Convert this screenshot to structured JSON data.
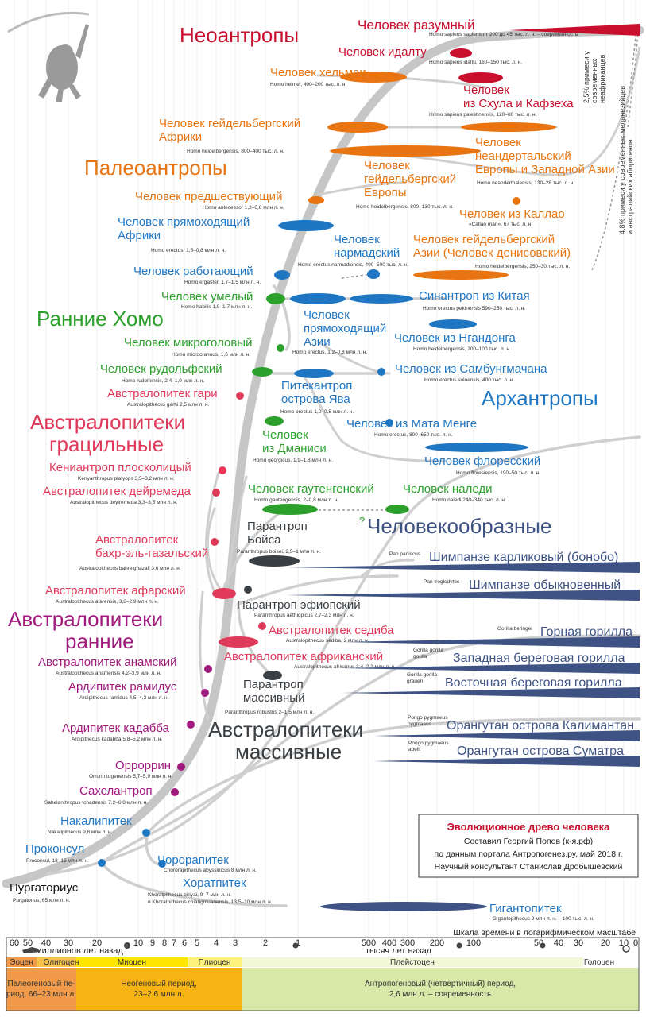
{
  "colors": {
    "neo": "#c8102e",
    "paleo": "#e87511",
    "early": "#2ba02b",
    "arch": "#1f77c4",
    "grac": "#e03a5a",
    "aust_early": "#a0197d",
    "massive": "#3a3f44",
    "apes": "#3e5384",
    "trunk": "#c6c6c6",
    "paleogene": "#f09a4a",
    "neogene": "#f7b313",
    "anthropogene": "#d8e8a9",
    "miocene": "#ffe600"
  },
  "groups": {
    "neo": "Неоантропы",
    "paleo": "Палеоантропы",
    "early": "Ранние Хомо",
    "arch": "Архантропы",
    "grac1": "Австралопитеки",
    "grac2": "грацильные",
    "aearly1": "Австралопитеки",
    "aearly2": "ранние",
    "apes": "Человекообразные",
    "massive1": "Австралопитеки",
    "massive2": "массивные"
  },
  "taxa": [
    {
      "name": [
        "Человек разумный"
      ],
      "latin": "Homo sapiens sapiens от 200 до 45 тыс. л. н. – современность"
    },
    {
      "name": [
        "Человек идалту"
      ],
      "latin": "Homo sapiens idaltu, 160–150 тыс. л. н."
    },
    {
      "name": [
        "Человек хельмеи"
      ],
      "latin": "Homo helmei, 400–200 тыс. л. н."
    },
    {
      "name": [
        "Человек",
        "из Схула и Кафзеха"
      ],
      "latin": "Homo sapiens palestinensis, 120–80 тыс. л. н."
    },
    {
      "name": [
        "Человек гейдельбергский",
        "Африки"
      ],
      "latin": "Homo heidelbergensis, 800–400 тыс. л. н."
    },
    {
      "name": [
        "Человек",
        "неандертальский",
        "Европы и Западной Азии"
      ],
      "latin": "Homo neanderthalensis, 130–28 тыс. л. н."
    },
    {
      "name": [
        "Человек",
        "гейдельбергский",
        "Европы"
      ],
      "latin": "Homo heidelbergensis, 800–130 тыс. л. н."
    },
    {
      "name": [
        "Человек предшествующий"
      ],
      "latin": "Homo antecessor 1,2–0,8 млн л. н."
    },
    {
      "name": [
        "Человек из Каллао"
      ],
      "latin": "«Callao man», 67 тыс. л. н."
    },
    {
      "name": [
        "Человек гейдельбергский",
        "Азии (Человек денисовский)"
      ],
      "latin": "Homo heidelbergensis, 250–30 тыс. л. н."
    },
    {
      "name": [
        "Человек прямоходящий",
        "Африки"
      ],
      "latin": "Homo erectus, 1,5–0,8 млн л. н."
    },
    {
      "name": [
        "Человек",
        "нармадский"
      ],
      "latin": "Homo erectus narmadiensis, 400–500 тыс. л. н."
    },
    {
      "name": [
        "Человек работающий"
      ],
      "latin": "Homo ergaster, 1,7–1,5 млн л. н."
    },
    {
      "name": [
        "Человек умелый"
      ],
      "latin": "Homo habilis 1,9–1,7 млн л. н."
    },
    {
      "name": [
        "Синантроп из Китая"
      ],
      "latin": "Homo erectus pekinensis 590–250 тыс. л. н."
    },
    {
      "name": [
        "Человек",
        "прямоходящий",
        "Азии"
      ],
      "latin": "Homo erectus, 1,2–0,8 млн л. н."
    },
    {
      "name": [
        "Человек из Нгандонга"
      ],
      "latin": "Homo heidelbergensis, 200–100 тыс. л. н."
    },
    {
      "name": [
        "Человек микроголовый"
      ],
      "latin": "Homo microcranous, 1,6 млн л. н."
    },
    {
      "name": [
        "Человек из Самбунгмачана"
      ],
      "latin": "Homo erectus soloensis, 400 тыс. л. н."
    },
    {
      "name": [
        "Человек рудольфский"
      ],
      "latin": "Homo rudolfensis, 2,4–1,9 млн л. н."
    },
    {
      "name": [
        "Питекантроп",
        "острова Ява"
      ],
      "latin": "Homo erectus 1,2–0,8 млн л. н."
    },
    {
      "name": [
        "Австралопитек гари"
      ],
      "latin": "Australopithecus garhi 2,5 млн л. н."
    },
    {
      "name": [
        "Человек из Мата Менге"
      ],
      "latin": "Homo erectus, 800–650 тыс. л. н."
    },
    {
      "name": [
        "Человек",
        "из Дманиси"
      ],
      "latin": "Homo georgicus, 1,9–1,8 млн л. н."
    },
    {
      "name": [
        "Человек флоресский"
      ],
      "latin": "Homo floresiensis, 190–50 тыс. л. н."
    },
    {
      "name": [
        "Кениантроп плосколицый"
      ],
      "latin": "Kenyanthropus platyops 3,5–3,2 млн л. н."
    },
    {
      "name": [
        "Австралопитек дейремеда"
      ],
      "latin": "Australopithecus deyiremeda 3,3–3,5 млн л. н."
    },
    {
      "name": [
        "Человек гаутенгенский"
      ],
      "latin": "Homo gautengensis, 2–0,8 млн л. н."
    },
    {
      "name": [
        "Человек наледи"
      ],
      "latin": "Homo naledi 240–340 тыс. л. н."
    },
    {
      "name": [
        "Парантроп",
        "Бойса"
      ],
      "latin": "Paranthropus boisei, 2,5–1 млн л. н."
    },
    {
      "name": [
        "Австралопитек",
        "бахр-эль-газальский"
      ],
      "latin": "Australopithecus bahrelghazali 3,6 млн л. н."
    },
    {
      "name": [
        "Австралопитек афарский"
      ],
      "latin": "Australopithecus afarensis, 3,8–2,9 млн л. н."
    },
    {
      "name": [
        "Парантроп эфиопский"
      ],
      "latin": "Paranthropus aethiopicus 2,7–2,3 млн л. н."
    },
    {
      "name": [
        "Австралопитек седиба"
      ],
      "latin": "Australopithecus sediba, 2 млн л. н."
    },
    {
      "name": [
        "Австралопитек анамский"
      ],
      "latin": "Australopithecus anamensis 4,2–3,9 млн л. н."
    },
    {
      "name": [
        "Австралопитек африканский"
      ],
      "latin": "Australopithecus africanus 3,4–2,2 млн л. н."
    },
    {
      "name": [
        "Ардипитек рамидус"
      ],
      "latin": "Ardipithecus ramidus 4,5–4,3 млн л. н."
    },
    {
      "name": [
        "Парантроп",
        "массивный"
      ],
      "latin": "Paranthropus robustus 2–1,5 млн л. н."
    },
    {
      "name": [
        "Ардипитек кадабба"
      ],
      "latin": "Ardipithecus kadabba 5,8–5,2 млн л. н."
    },
    {
      "name": [
        "Орроррин"
      ],
      "latin": "Orrorin tugenensis 5,7–5,9 млн л. н."
    },
    {
      "name": [
        "Сахелантроп"
      ],
      "latin": "Sahelanthropus tchadensis 7,2–6,8 млн л. н."
    },
    {
      "name": [
        "Накалипитек"
      ],
      "latin": "Nakalipithecus 9,8 млн л. н."
    },
    {
      "name": [
        "Проконсул"
      ],
      "latin": "Proconsul, 18–15 млн л. н."
    },
    {
      "name": [
        "Чорорапитек"
      ],
      "latin": "Chororapithecus abyssinicus 8 млн л. н."
    },
    {
      "name": [
        "Пургаториус"
      ],
      "latin": "Purgatorius, 65 млн л. н."
    },
    {
      "name": [
        "Хоратпитек"
      ],
      "latin": "Khoratpithecus piriyai, 9–7 млн л. н."
    },
    {
      "name": [
        "Гигантопитек"
      ],
      "latin": "Gigantopithecus 9 млн л. н. – 100 тыс. л. н."
    }
  ],
  "khoratLatin2": "и Khoratpithecus chiangmuanensis, 13,5–10 млн л. н.",
  "apes": [
    {
      "name": "Шимпанзе карликовый (бонобо)",
      "latin": [
        "Pan paniscus"
      ]
    },
    {
      "name": "Шимпанзе обыкновенный",
      "latin": [
        "Pan troglodytes"
      ]
    },
    {
      "name": "Горная горилла",
      "latin": [
        "Gorilla beringei"
      ]
    },
    {
      "name": "Западная береговая горилла",
      "latin": [
        "Gorilla gorilla",
        "gorilla"
      ]
    },
    {
      "name": "Восточная береговая горилла",
      "latin": [
        "Gorilla gorilla",
        "graueri"
      ]
    },
    {
      "name": "Орангутан острова Калимантан",
      "latin": [
        "Pongo pygmaeus",
        "pygmaeus"
      ]
    },
    {
      "name": "Орангутан острова Суматра",
      "latin": [
        "Pongo pygmaeus",
        "abelii"
      ]
    }
  ],
  "notes": {
    "q": "?",
    "afr1": "2,5% примеси у",
    "afr2": "современных",
    "afr3": "неафриканцев",
    "mel1": "4,8% примеси у современных меланезийцев",
    "mel2": "и австралийских аборигенов"
  },
  "credits": {
    "title": "Эволюционное древо человека",
    "line1": "Составил Георгий Попов (к-я.рф)",
    "line2": "по данным портала Антропогенез.ру, май 2018 г.",
    "line3": "Научный консультант Станислав Дробышевский"
  },
  "timeline": {
    "caption": "Шкала времени в логарифмическом масштабе",
    "unit_ma": "миллионов лет назад",
    "unit_ka": "тысяч лет назад",
    "ticks": [
      "60",
      "50",
      "40",
      "30",
      "20",
      "10",
      "9",
      "8",
      "7",
      "6",
      "5",
      "4",
      "3",
      "2",
      "1",
      "500",
      "400",
      "300",
      "200",
      "100",
      "50",
      "40",
      "30",
      "20",
      "10",
      "0"
    ],
    "epochs": [
      "Эоцен",
      "Олигоцен",
      "Миоцен",
      "Плиоцен",
      "Плейстоцен",
      "Голоцен"
    ],
    "periods": [
      {
        "name": [
          "Палеогеновый пе-",
          "риод, 66–23 млн л."
        ]
      },
      {
        "name": [
          "Неогеновый период,",
          "23–2,6 млн л."
        ]
      },
      {
        "name": [
          "Антропогеновый (четвертичный) период,",
          "2,6 млн л. – современность"
        ]
      }
    ]
  }
}
